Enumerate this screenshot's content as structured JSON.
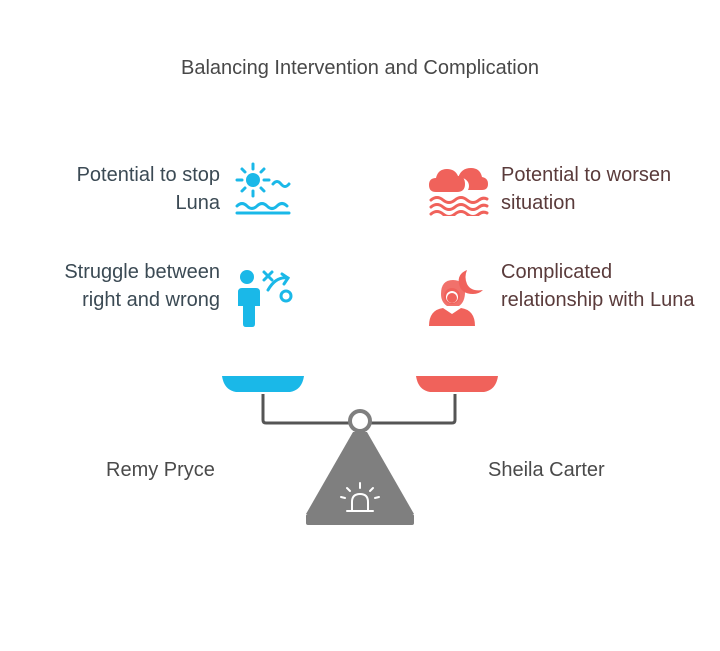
{
  "title": "Balancing Intervention and Complication",
  "left": {
    "label": "Remy Pryce",
    "color": "#1ab8e8",
    "items": [
      {
        "text": "Potential to stop Luna",
        "icon": "sun-waves-icon"
      },
      {
        "text": "Struggle between right and wrong",
        "icon": "person-decision-icon"
      }
    ]
  },
  "right": {
    "label": "Sheila Carter",
    "color": "#f0625b",
    "items": [
      {
        "text": "Potential to worsen situation",
        "icon": "storm-waves-icon"
      },
      {
        "text": "Complicated relationship with Luna",
        "icon": "woman-moon-icon"
      }
    ]
  },
  "scale_color": "#7f7f7f"
}
